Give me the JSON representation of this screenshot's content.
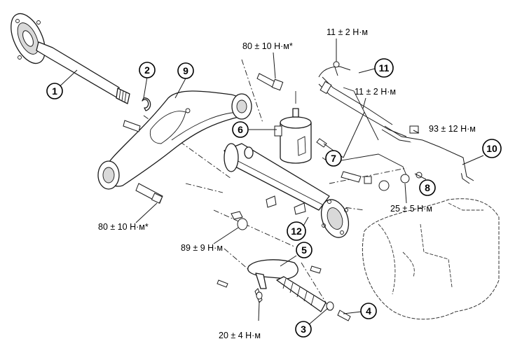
{
  "callouts": [
    {
      "id": "1",
      "label": "1"
    },
    {
      "id": "2",
      "label": "2"
    },
    {
      "id": "3",
      "label": "3"
    },
    {
      "id": "4",
      "label": "4"
    },
    {
      "id": "5",
      "label": "5"
    },
    {
      "id": "6",
      "label": "6"
    },
    {
      "id": "7",
      "label": "7"
    },
    {
      "id": "8",
      "label": "8"
    },
    {
      "id": "9",
      "label": "9"
    },
    {
      "id": "10",
      "label": "10"
    },
    {
      "id": "11",
      "label": "11"
    },
    {
      "id": "12",
      "label": "12"
    }
  ],
  "torques": {
    "t_80_top": "80 ± 10 Н·м*",
    "t_11_top": "11 ± 2 Н·м",
    "t_11_mid": "11 ± 2 Н·м",
    "t_93": "93 ± 12 Н·м",
    "t_25": "25 ± 5 Н·м",
    "t_80_left": "80 ± 10 Н·м*",
    "t_89": "89 ± 9 Н·м",
    "t_20": "20 ± 4 Н·м"
  },
  "colors": {
    "line": "#1a1a1a",
    "shade": "#d9d9d9",
    "background": "#ffffff"
  }
}
